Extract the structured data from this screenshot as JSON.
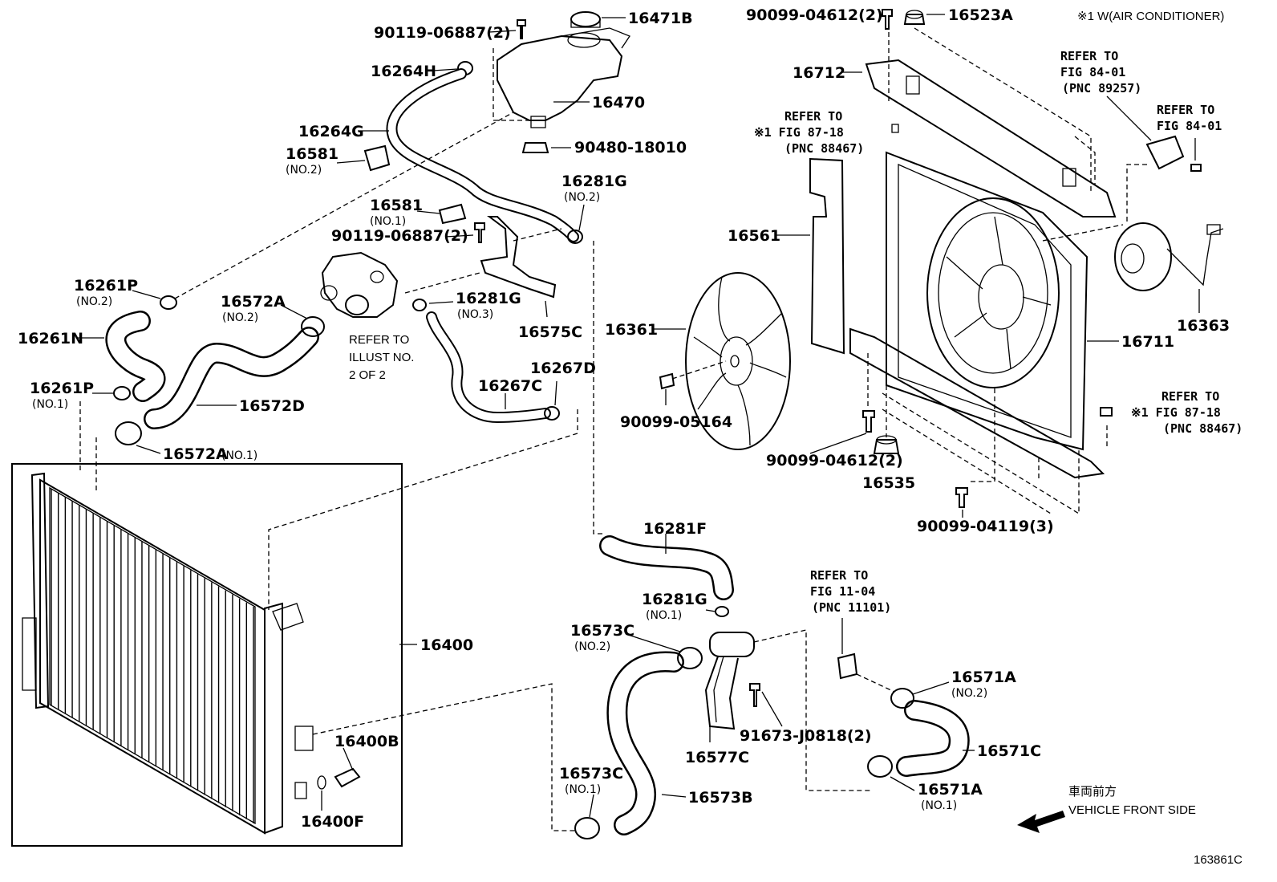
{
  "note_top_right": "※1 W(AIR CONDITIONER)",
  "diagram_id": "163861C",
  "direction": {
    "jp": "車両前方",
    "en": "VEHICLE FRONT SIDE"
  },
  "parts": {
    "p16471B": "16471B",
    "p90119a": "90119-06887(2)",
    "p16264H": "16264H",
    "p16470": "16470",
    "p16264G": "16264G",
    "p90480": "90480-18010",
    "p16581_2": "16581",
    "p16581_2s": "(NO.2)",
    "p16581_1": "16581",
    "p16581_1s": "(NO.1)",
    "p16281G_2": "16281G",
    "p16281G_2s": "(NO.2)",
    "p90119b": "90119-06887(2)",
    "p16261P_2": "16261P",
    "p16261P_2s": "(NO.2)",
    "p16572A_2": "16572A",
    "p16572A_2s": "(NO.2)",
    "p16281G_3": "16281G",
    "p16281G_3s": "(NO.3)",
    "p16575C": "16575C",
    "p16261N": "16261N",
    "refer_illust_1": "REFER TO",
    "refer_illust_2": "ILLUST NO.",
    "refer_illust_3": "2 OF 2",
    "p16267D": "16267D",
    "p16267C": "16267C",
    "p16261P_1": "16261P",
    "p16261P_1s": "(NO.1)",
    "p16572D": "16572D",
    "p16572A_1": "16572A",
    "p16572A_1s": "(NO.1)",
    "p90099_04612a": "90099-04612(2)",
    "p16523A": "16523A",
    "p16712": "16712",
    "ref_88467a_1": "REFER TO",
    "ref_88467a_2": "※1 FIG 87-18",
    "ref_88467a_3": "(PNC 88467)",
    "ref_89257_1": "REFER TO",
    "ref_89257_2": "FIG 84-01",
    "ref_89257_3": "(PNC 89257)",
    "ref_8401_1": "REFER TO",
    "ref_8401_2": "FIG 84-01",
    "p16561": "16561",
    "p16361": "16361",
    "p16363": "16363",
    "p16711": "16711",
    "p90099_05164": "90099-05164",
    "ref_88467b_1": "REFER TO",
    "ref_88467b_2": "※1 FIG 87-18",
    "ref_88467b_3": "(PNC 88467)",
    "p90099_04612b": "90099-04612(2)",
    "p16535": "16535",
    "p90099_04119": "90099-04119(3)",
    "p16281F": "16281F",
    "p16281G_1": "16281G",
    "p16281G_1s": "(NO.1)",
    "p16573C_2": "16573C",
    "p16573C_2s": "(NO.2)",
    "ref_1104_1": "REFER TO",
    "ref_1104_2": "FIG 11-04",
    "ref_1104_3": "(PNC 11101)",
    "p16400": "16400",
    "p16571A_2": "16571A",
    "p16571A_2s": "(NO.2)",
    "p91673": "91673-J0818(2)",
    "p16400B": "16400B",
    "p16571C": "16571C",
    "p16577C": "16577C",
    "p16573C_1": "16573C",
    "p16573C_1s": "(NO.1)",
    "p16573B": "16573B",
    "p16571A_1": "16571A",
    "p16571A_1s": "(NO.1)",
    "p16400F": "16400F"
  }
}
